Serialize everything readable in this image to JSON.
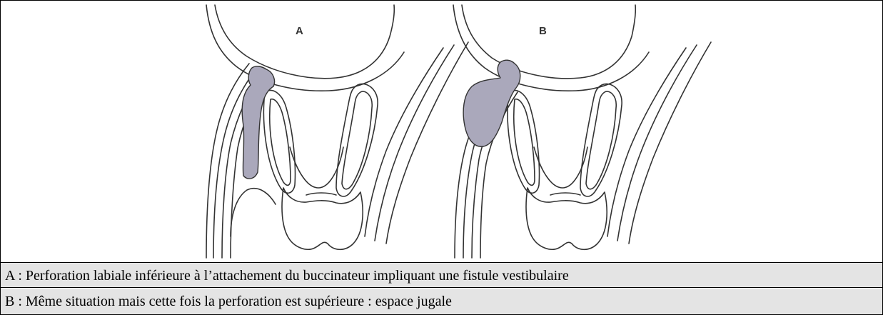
{
  "figure": {
    "panel_a_label": "A",
    "panel_b_label": "B",
    "abscess_color": "#aaa8bb",
    "line_color": "#333333"
  },
  "captions": {
    "a": "A : Perforation labiale inférieure à l’attachement du buccinateur impliquant une fistule vestibulaire",
    "b": "B : Même situation mais cette fois la perforation est supérieure : espace jugale"
  }
}
